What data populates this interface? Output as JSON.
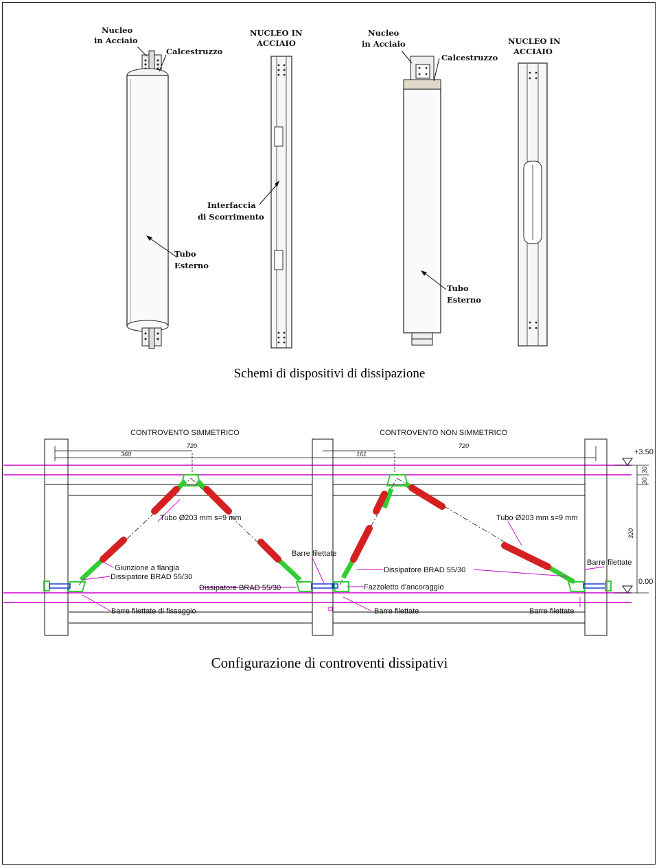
{
  "figure1": {
    "caption": "Schemi di dispositivi di dissipazione",
    "labels": {
      "nucleo_acciaio_line1": "Nucleo",
      "nucleo_acciaio_line2": "in Acciaio",
      "calcestruzzo": "Calcestruzzo",
      "nucleo_in_acciaio_line1": "NUCLEO IN",
      "nucleo_in_acciaio_line2": "ACCIAIO",
      "interfaccia_line1": "Interfaccia",
      "interfaccia_line2": "di Scorrimento",
      "tubo_line1": "Tubo",
      "tubo_line2": "Esterno"
    }
  },
  "figure2": {
    "caption": "Configurazione di controventi dissipativi",
    "title_left": "CONTROVENTO SIMMETRICO",
    "title_right": "CONTROVENTO NON SIMMETRICO",
    "dims": {
      "d360": "360",
      "d720a": "720",
      "d161": "161",
      "d720b": "720",
      "d30a": "30",
      "d30b": "30",
      "d320": "320"
    },
    "levels": {
      "top": "+3.50",
      "bottom": "0.00"
    },
    "labels": {
      "tubo_left": "Tubo Ø203 mm s=9 mm",
      "tubo_right": "Tubo Ø203 mm s=9 mm",
      "barre_filettate_mid": "Barre filettate",
      "barre_filettate_right": "Barre filettate",
      "giunzione": "Giunzione a flangia",
      "dissipatore_1": "Dissipatore BRAD 55/30",
      "dissipatore_2": "Dissipatore BRAD 55/30",
      "dissipatore_3": "Dissipatore BRAD 55/30",
      "fazzoletto": "Fazzoletto d'ancoraggio",
      "barre_fissaggio": "Barre filettate di fissaggio",
      "barre_bottom_mid": "Barre filettate",
      "barre_bottom_right": "Barre filettate"
    }
  },
  "colors": {
    "beam": "#cc00cc",
    "brace": "#d42020",
    "connector": "#33cc33",
    "line": "#111111"
  }
}
